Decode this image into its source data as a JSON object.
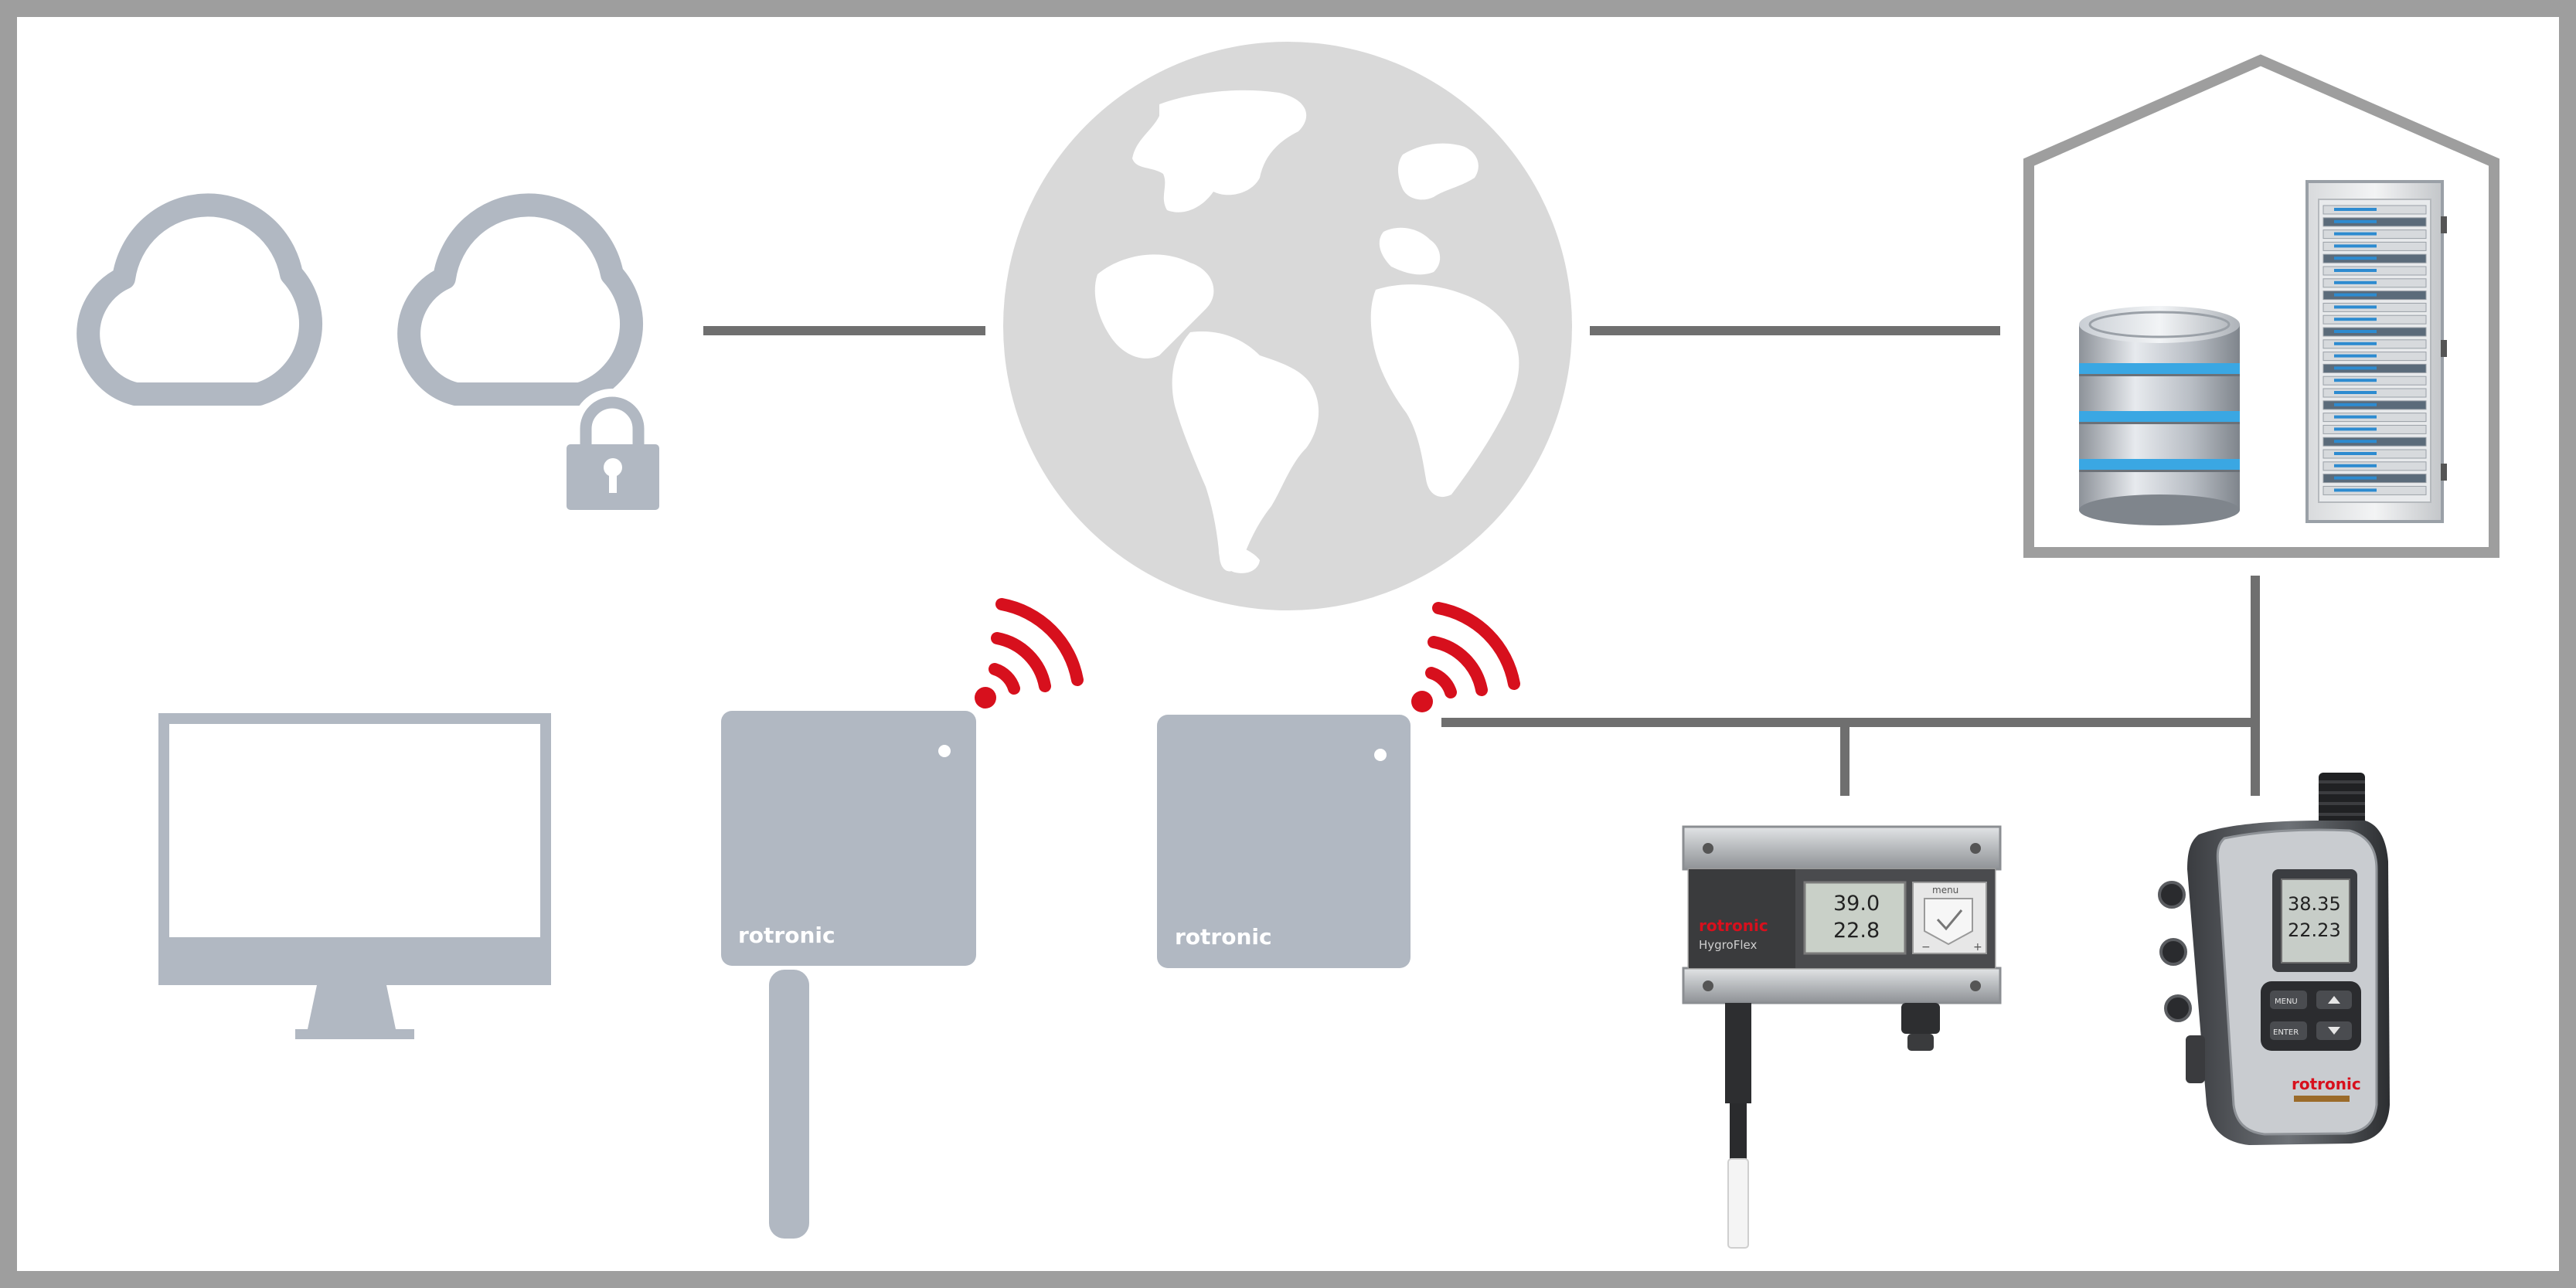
{
  "colors": {
    "frame": "#9e9e9e",
    "icon_gray": "#b1b8c2",
    "line_gray": "#6f6f6f",
    "globe_gray": "#d9d9d9",
    "signal_red": "#d7101d",
    "white": "#ffffff"
  },
  "icons": {
    "cloud_public": "cloud-icon",
    "cloud_private": "cloud-lock-icon",
    "globe": "globe-icon",
    "building": "house-icon",
    "database": "database-icon",
    "server": "server-rack-icon",
    "monitor": "monitor-icon",
    "signal": "wifi-signal-icon"
  },
  "devices": {
    "wireless_logger_probe": {
      "brand": "rotronic"
    },
    "wireless_logger": {
      "brand": "rotronic"
    },
    "transmitter": {
      "brand": "rotronic",
      "model": "HygroFlex",
      "menu": "menu",
      "value_1": "39.0",
      "value_2": "22.8"
    },
    "handheld_logger": {
      "brand": "rotronic",
      "value_1": "38.35",
      "value_2": "22.23",
      "key_1": "MENU",
      "key_2": "ENTER"
    }
  }
}
